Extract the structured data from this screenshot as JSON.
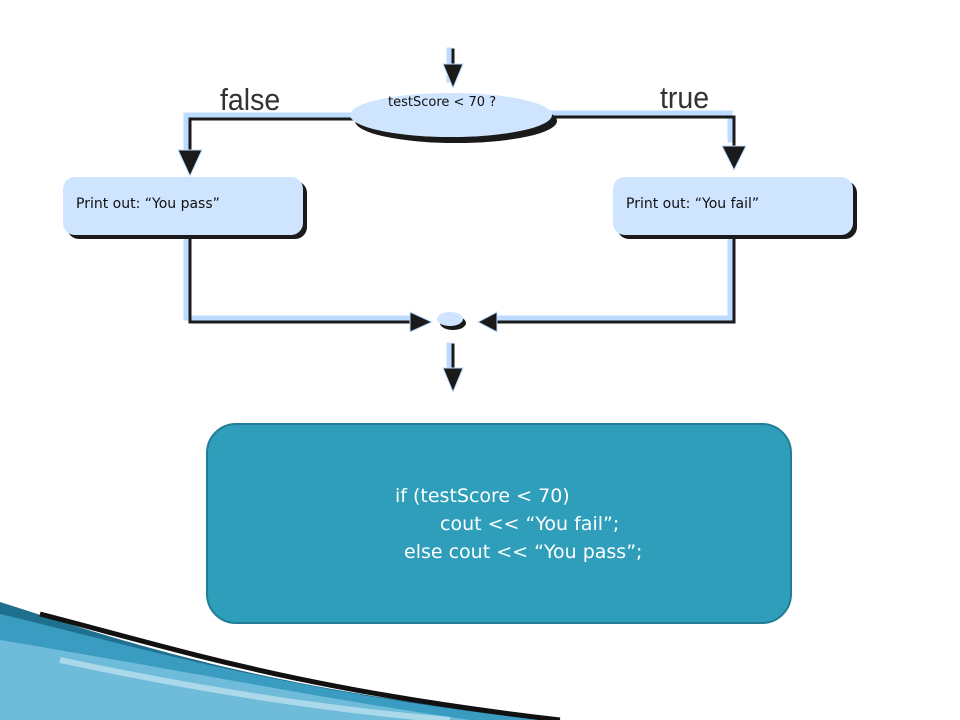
{
  "diagram": {
    "label_false": "false",
    "label_true": "true",
    "decision": "testScore < 70 ?",
    "left_box": "Print out: “You pass”",
    "right_box": "Print out: “You fail”"
  },
  "code": {
    "line1": "if (testScore < 70)",
    "line2": "cout << “You fail”;",
    "line3": "else cout << “You pass”;"
  },
  "colors": {
    "node_fill": "#cfe4ff",
    "code_box": "#2e9ebb",
    "arrow": "#1a1a1a"
  }
}
